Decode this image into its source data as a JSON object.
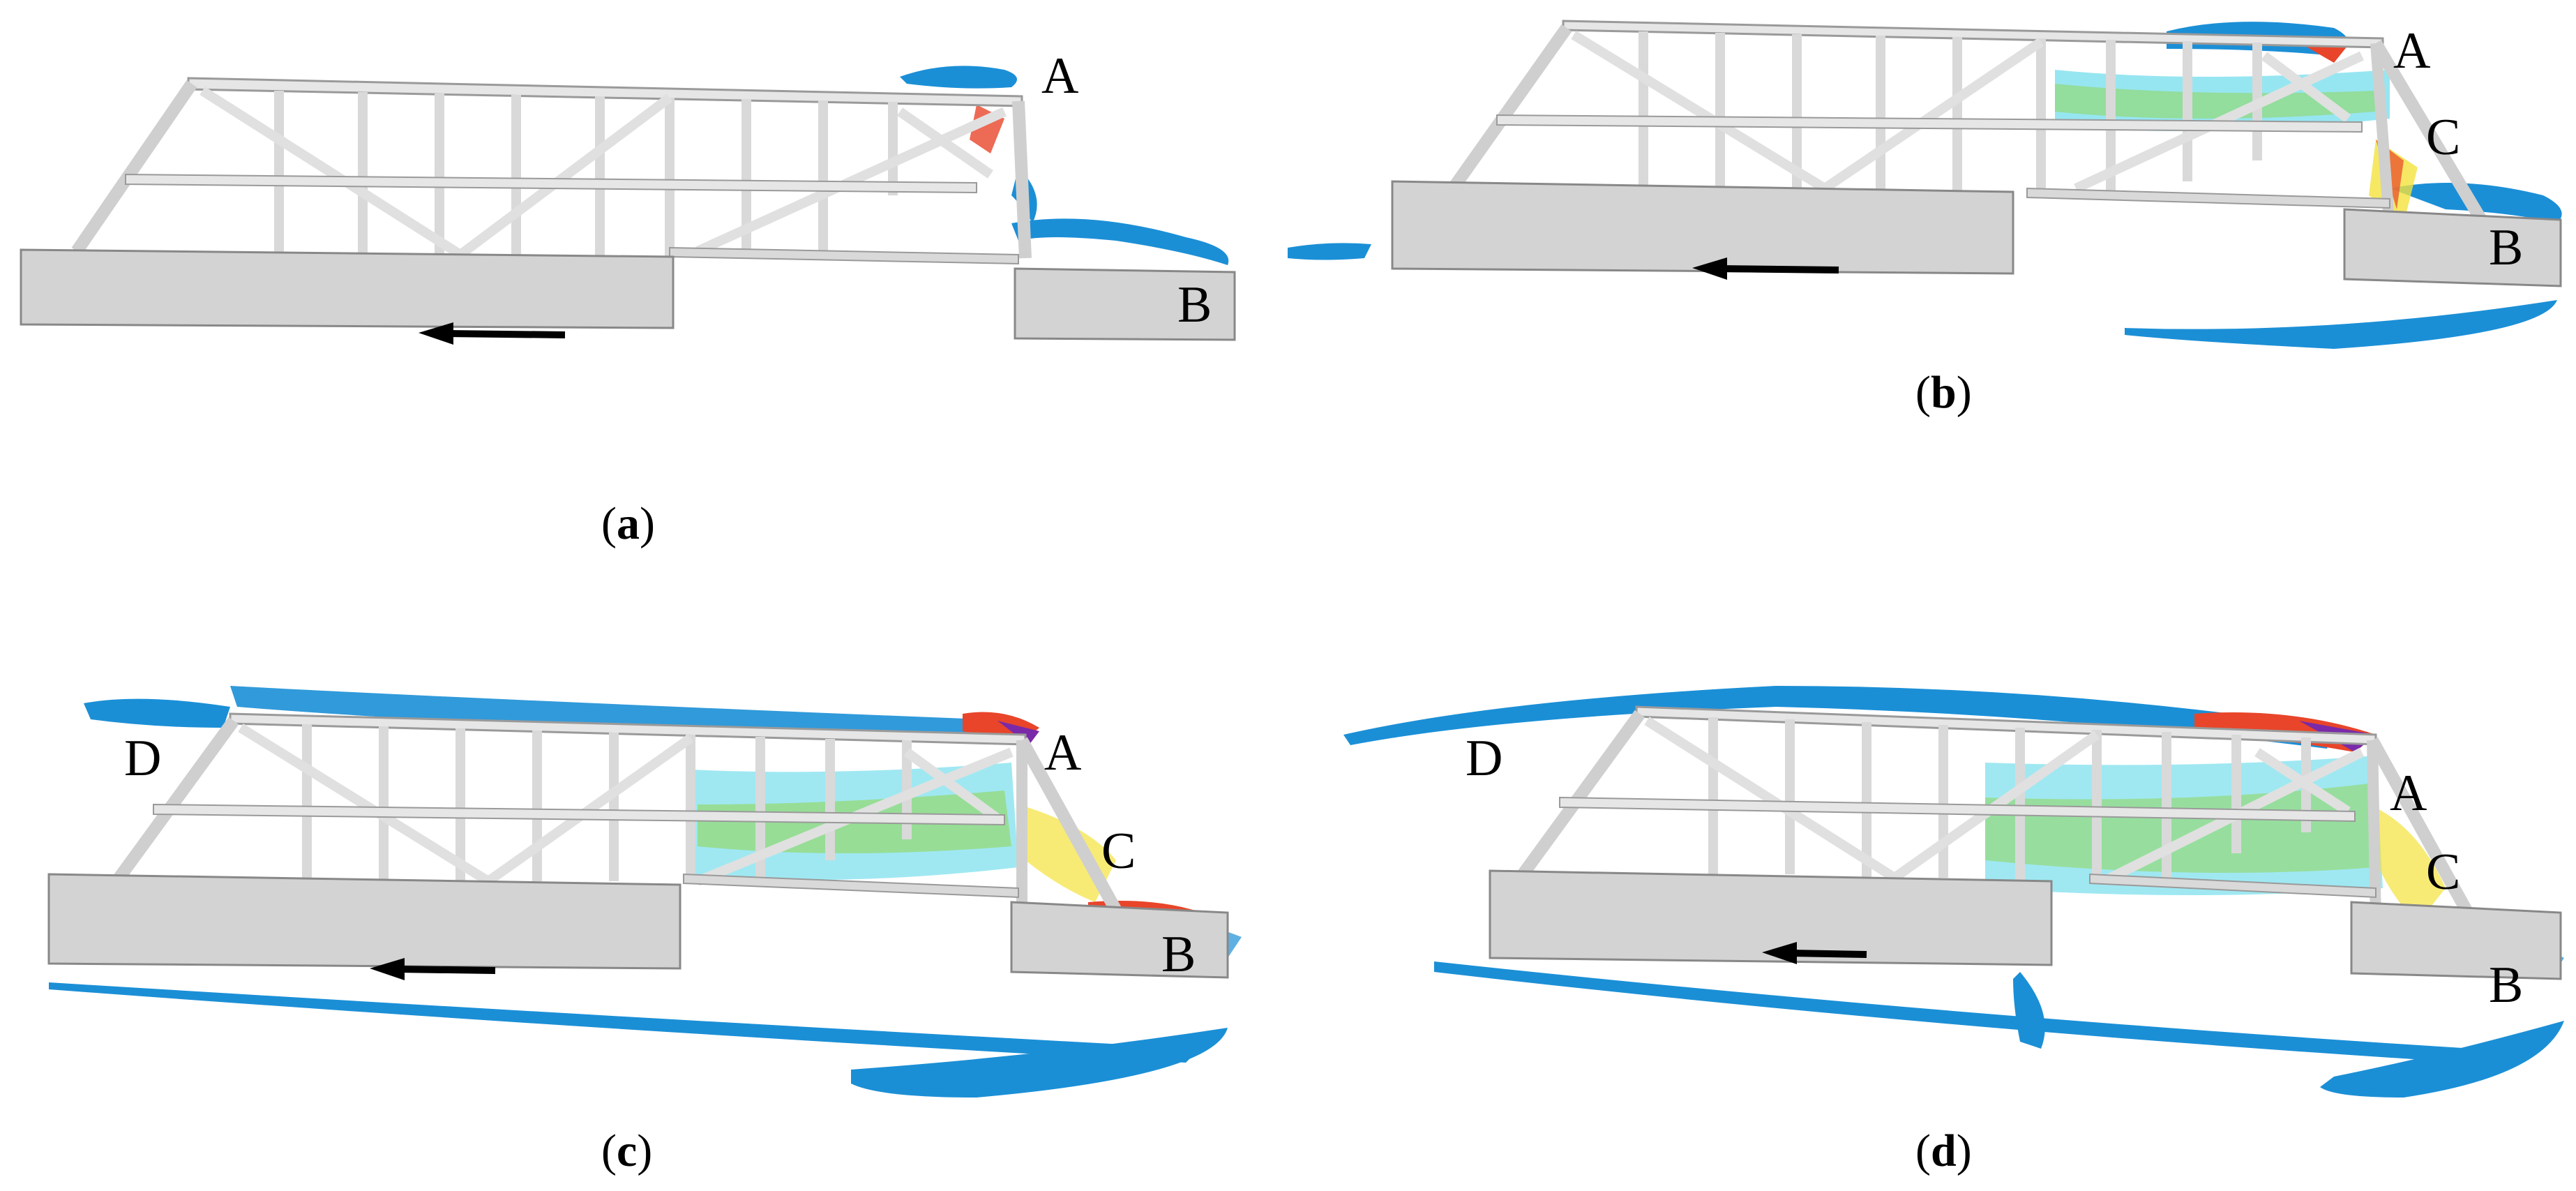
{
  "panels": [
    {
      "id": "a",
      "caption_letter": "a",
      "point_labels": [
        "A",
        "B"
      ],
      "direction_arrow": "left",
      "wake_level": "low"
    },
    {
      "id": "b",
      "caption_letter": "b",
      "point_labels": [
        "A",
        "C",
        "B"
      ],
      "direction_arrow": "left",
      "wake_level": "medium"
    },
    {
      "id": "c",
      "caption_letter": "c",
      "point_labels": [
        "D",
        "A",
        "C",
        "B"
      ],
      "direction_arrow": "left",
      "wake_level": "high"
    },
    {
      "id": "d",
      "caption_letter": "d",
      "point_labels": [
        "D",
        "A",
        "C",
        "B"
      ],
      "direction_arrow": "left",
      "wake_level": "high"
    }
  ],
  "colors": {
    "structure": "#d3d3d3",
    "truss": "#e6e6e6",
    "truss_edge": "#9a9a9a",
    "wake_blue": "#1b8fd6",
    "wake_cyan": "#3fd1e6",
    "wake_green": "#8fd34a",
    "wake_yellow": "#f4e23c",
    "wake_red": "#e8452a",
    "wake_purple": "#7a2aa8",
    "arrow": "#000000"
  }
}
